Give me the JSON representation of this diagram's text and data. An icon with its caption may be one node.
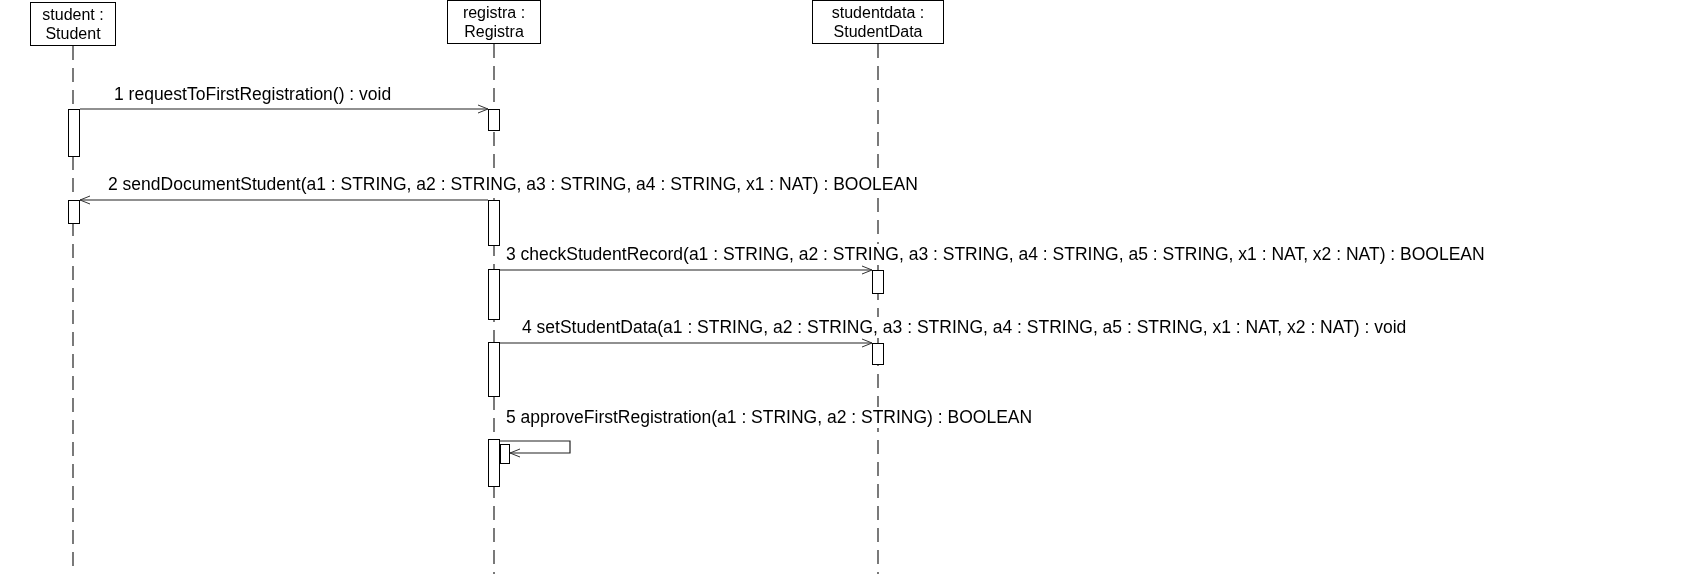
{
  "diagram": {
    "nodes": [
      {
        "text": [
          "student : Student"
        ]
      },
      {
        "text": [
          "registra : Registra"
        ]
      },
      {
        "text": [
          "studentdata : StudentData"
        ]
      },
      {
        "text": [],
        "shape": "bar"
      },
      {
        "text": [],
        "shape": "bar"
      },
      {
        "text": [],
        "shape": "bar"
      },
      {
        "text": [],
        "shape": "bar"
      },
      {
        "text": [],
        "shape": "bar"
      },
      {
        "text": [],
        "shape": "bar"
      },
      {
        "text": [],
        "shape": "bar"
      },
      {
        "text": [],
        "shape": "bar"
      },
      {
        "text": [],
        "shape": "bar"
      },
      {
        "text": [],
        "shape": "bar"
      }
    ],
    "edges": [
      {
        "from": 3,
        "to": 5,
        "arrow": "to",
        "label": "1 requestToFirstRegistration() : void"
      },
      {
        "from": 6,
        "to": 4,
        "arrow": "to",
        "label": "2 sendDocumentStudent(a1 : STRING, a2 : STRING, a3 : STRING, a4 : STRING, x1 : NAT) : BOOLEAN"
      },
      {
        "from": 7,
        "to": 11,
        "arrow": "to",
        "label": "3 checkStudentRecord(a1 : STRING, a2 : STRING, a3 : STRING, a4 : STRING, a5 : STRING, x1 : NAT, x2 : NAT) : BOOLEAN"
      },
      {
        "from": 8,
        "to": 12,
        "arrow": "to",
        "label": "4 setStudentData(a1 : STRING, a2 : STRING, a3 : STRING, a4 : STRING, a5 : STRING, x1 : NAT, x2 : NAT) : void"
      },
      {
        "from": 9,
        "to": 10,
        "arrow": "to",
        "label": "5 approveFirstRegistration(a1 : STRING, a2 : STRING) : BOOLEAN"
      },
      {
        "from": 0,
        "to": null,
        "arrow": "none",
        "style": "dashed"
      },
      {
        "from": 1,
        "to": null,
        "arrow": "none",
        "style": "dashed"
      },
      {
        "from": 2,
        "to": null,
        "arrow": "none",
        "style": "dashed"
      }
    ]
  }
}
